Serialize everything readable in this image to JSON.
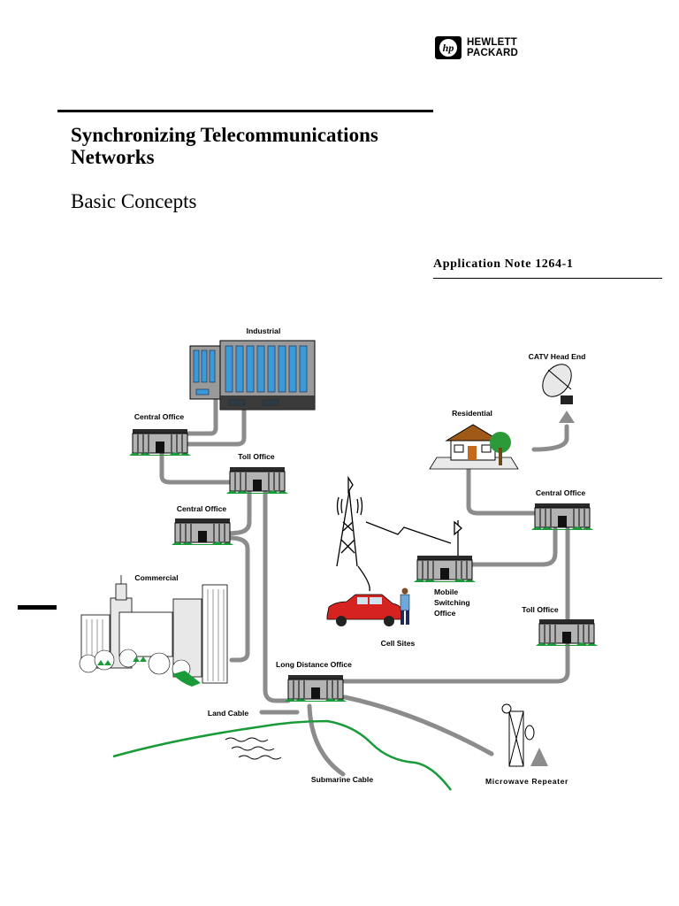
{
  "logo": {
    "line1": "HEWLETT",
    "line2": "PACKARD",
    "mark": "hp"
  },
  "title": "Synchronizing Telecommunications Networks",
  "subtitle": "Basic Concepts",
  "application_note": "Application Note 1264-1",
  "diagram": {
    "labels": {
      "industrial": "Industrial",
      "catv": "CATV Head End",
      "central_office_1": "Central Office",
      "residential": "Residential",
      "toll_office_1": "Toll Office",
      "central_office_2": "Central Office",
      "central_office_3": "Central Office",
      "commercial": "Commercial",
      "mobile_1": "Mobile",
      "mobile_2": "Switching",
      "mobile_3": "Office",
      "toll_office_2": "Toll Office",
      "cell_sites": "Cell Sites",
      "long_distance": "Long Distance Office",
      "land_cable": "Land Cable",
      "submarine": "Submarine Cable",
      "microwave": "Microwave Repeater"
    },
    "colors": {
      "cable": "#8c8c8c",
      "grass": "#1a9b3a",
      "car": "#d6231f",
      "building_glass": "#3b9ad9",
      "shoreline": "#1a9b3a"
    }
  }
}
